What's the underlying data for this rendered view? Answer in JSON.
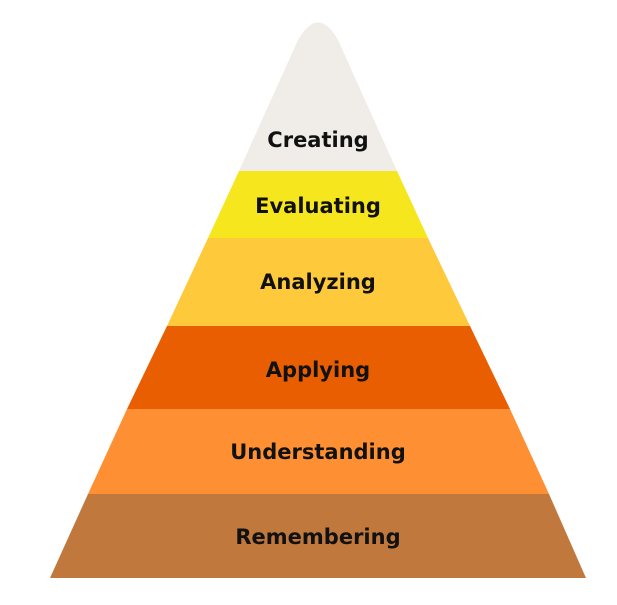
{
  "tiers": [
    {
      "label": "Creating",
      "color": "#F0ECE8"
    },
    {
      "label": "Evaluating",
      "color": "#F6E61E"
    },
    {
      "label": "Analyzing",
      "color": "#FFC93C"
    },
    {
      "label": "Applying",
      "color": "#E85E00"
    },
    {
      "label": "Understanding",
      "color": "#FE9033"
    },
    {
      "label": "Remembering",
      "color": "#C0783D"
    }
  ]
}
